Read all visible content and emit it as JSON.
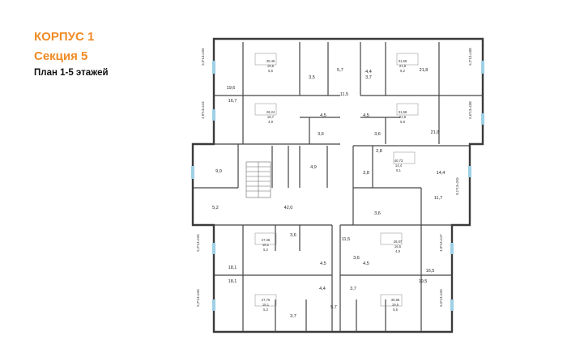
{
  "header": {
    "building": "КОРПУС 1",
    "section": "Секция 5",
    "floors": "План 1-5 этажей"
  },
  "apartments": [
    {
      "stack": [
        "30,45",
        "19,6",
        "5,5"
      ],
      "dim": "5,5*13=165"
    },
    {
      "stack": [
        "31,58",
        "21,8",
        "5,2"
      ],
      "dim": "5,2*13=188"
    },
    {
      "stack": [
        "26,24",
        "16,7",
        "4,9"
      ],
      "dim": "4,9*13=144"
    },
    {
      "stack": [
        "31,58",
        "21,8",
        "5,6"
      ],
      "dim": "5,6*13=188"
    },
    {
      "stack": [
        "40,73",
        "14,4",
        "8,1"
      ],
      "dim": "8,1*13=245"
    },
    {
      "stack": [
        "27,36",
        "18,1",
        "5,2"
      ],
      "dim": "5,2*13=156"
    },
    {
      "stack": [
        "26,07",
        "16,5",
        "4,9"
      ],
      "dim": "4,9*13=147"
    },
    {
      "stack": [
        "27,76",
        "18,1",
        "5,2"
      ],
      "dim": "5,2*13=156"
    },
    {
      "stack": [
        "30,55",
        "19,5",
        "5,5"
      ],
      "dim": "5,5*13=165"
    }
  ],
  "rooms": [
    "3,5",
    "5,7",
    "3,7",
    "4,4",
    "21,8",
    "19,6",
    "11,5",
    "16,7",
    "4,5",
    "4,5",
    "3,6",
    "3,6",
    "21,8",
    "2,8",
    "9,0",
    "4,9",
    "3,8",
    "14,4",
    "11,7",
    "5,2",
    "42,0",
    "3,6",
    "11,5",
    "3,6",
    "3,6",
    "18,1",
    "4,5",
    "4,5",
    "16,5",
    "18,1",
    "4,4",
    "3,7",
    "19,5",
    "3,7",
    "5,7"
  ]
}
